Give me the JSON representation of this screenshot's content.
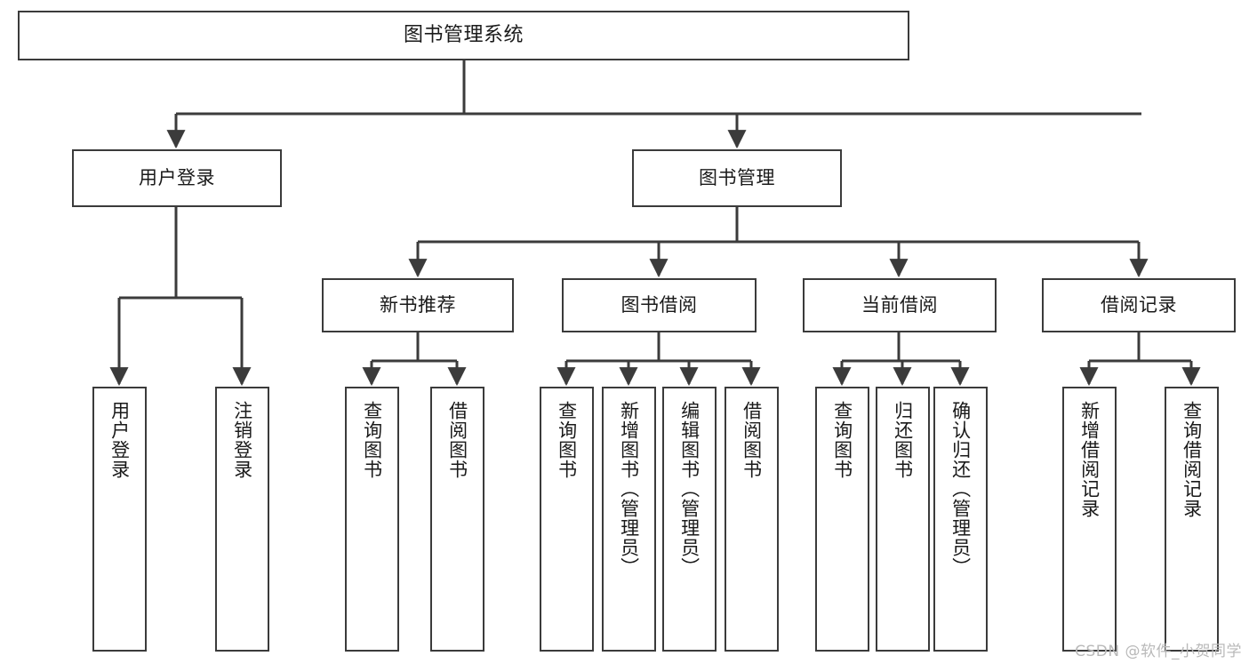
{
  "diagram": {
    "title": "图书管理系统",
    "type": "tree",
    "watermark": "CSDN @软件_小贺同学",
    "colors": {
      "border": "#3b3b3b",
      "fill": "#ffffff",
      "text": "#1a1a1a",
      "edge": "#3b3b3b",
      "watermark": "#b9b9b9"
    },
    "nodes": {
      "root": {
        "label": "图书管理系统",
        "orientation": "horizontal"
      },
      "level2": [
        {
          "id": "user-login",
          "label": "用户登录",
          "orientation": "horizontal"
        },
        {
          "id": "book-manage",
          "label": "图书管理",
          "orientation": "horizontal"
        }
      ],
      "level3": [
        {
          "id": "new-book-recommend",
          "label": "新书推荐",
          "orientation": "horizontal"
        },
        {
          "id": "book-borrow",
          "label": "图书借阅",
          "orientation": "horizontal"
        },
        {
          "id": "current-borrow",
          "label": "当前借阅",
          "orientation": "horizontal"
        },
        {
          "id": "borrow-record",
          "label": "借阅记录",
          "orientation": "horizontal"
        }
      ],
      "leaves": [
        {
          "id": "leaf-user-login",
          "label": "用户登录",
          "parent": "user-login",
          "orientation": "vertical"
        },
        {
          "id": "leaf-logout-login",
          "label": "注销登录",
          "parent": "user-login",
          "orientation": "vertical"
        },
        {
          "id": "leaf-query-book-1",
          "label": "查询图书",
          "parent": "new-book-recommend",
          "orientation": "vertical"
        },
        {
          "id": "leaf-borrow-book-1",
          "label": "借阅图书",
          "parent": "new-book-recommend",
          "orientation": "vertical"
        },
        {
          "id": "leaf-query-book-2",
          "label": "查询图书",
          "parent": "book-borrow",
          "orientation": "vertical"
        },
        {
          "id": "leaf-add-book",
          "label": "新增图书（管理员）",
          "parent": "book-borrow",
          "orientation": "vertical"
        },
        {
          "id": "leaf-edit-book",
          "label": "编辑图书（管理员）",
          "parent": "book-borrow",
          "orientation": "vertical"
        },
        {
          "id": "leaf-borrow-book-2",
          "label": "借阅图书",
          "parent": "book-borrow",
          "orientation": "vertical"
        },
        {
          "id": "leaf-query-book-3",
          "label": "查询图书",
          "parent": "current-borrow",
          "orientation": "vertical"
        },
        {
          "id": "leaf-return-book",
          "label": "归还图书",
          "parent": "current-borrow",
          "orientation": "vertical"
        },
        {
          "id": "leaf-confirm-return",
          "label": "确认归还（管理员）",
          "parent": "current-borrow",
          "orientation": "vertical"
        },
        {
          "id": "leaf-add-record",
          "label": "新增借阅记录",
          "parent": "borrow-record",
          "orientation": "vertical"
        },
        {
          "id": "leaf-query-record",
          "label": "查询借阅记录",
          "parent": "borrow-record",
          "orientation": "vertical"
        }
      ]
    }
  }
}
